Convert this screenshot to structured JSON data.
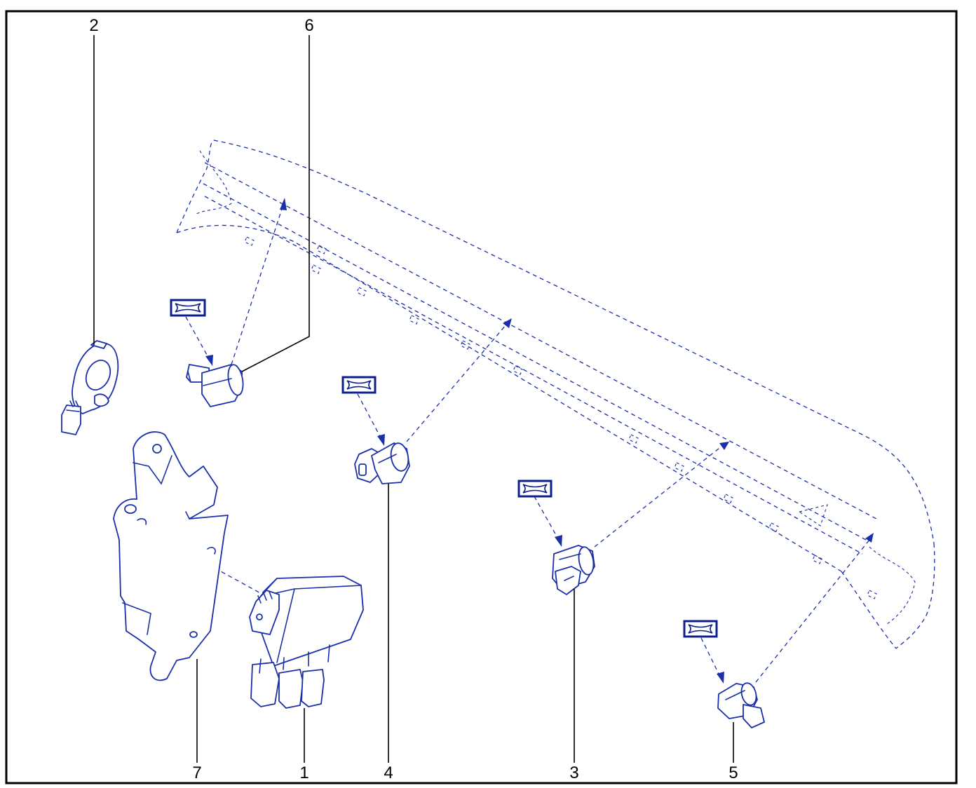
{
  "diagram": {
    "accent_color": "#1a2fa8",
    "frame_color": "#000000",
    "symbol_icon": "lubrication-symbol-icon",
    "callouts": [
      {
        "id": "2",
        "label": "2"
      },
      {
        "id": "6",
        "label": "6"
      },
      {
        "id": "7",
        "label": "7"
      },
      {
        "id": "1",
        "label": "1"
      },
      {
        "id": "4",
        "label": "4"
      },
      {
        "id": "3",
        "label": "3"
      },
      {
        "id": "5",
        "label": "5"
      }
    ]
  }
}
